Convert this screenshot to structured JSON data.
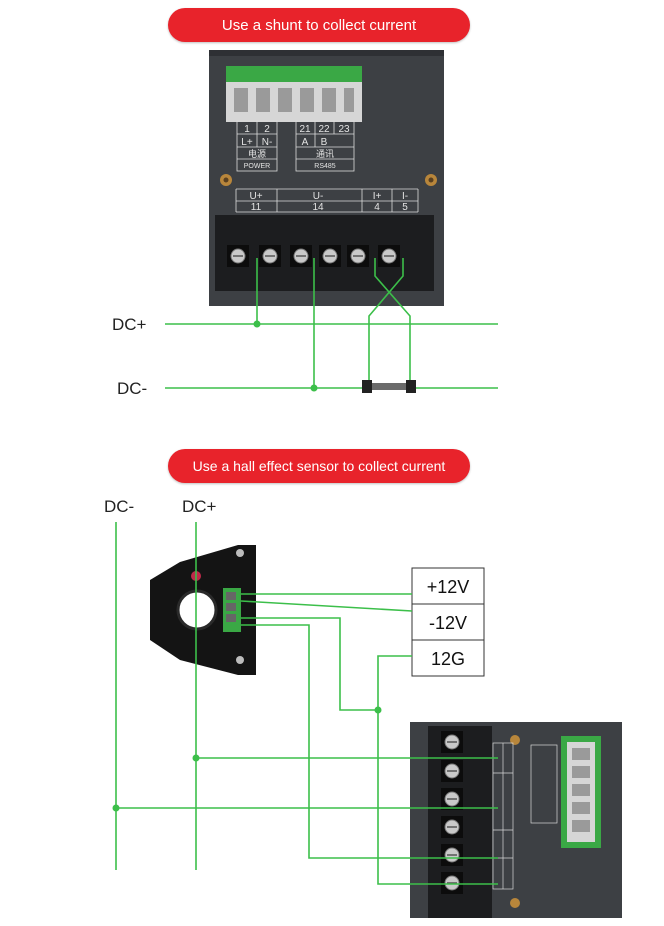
{
  "sections": {
    "shunt_title": "Use a shunt to collect current",
    "hall_title": "Use a hall effect sensor to collect current"
  },
  "rails": {
    "dc_plus": "DC+",
    "dc_minus": "DC-"
  },
  "meter": {
    "pin_numbers": [
      "1",
      "2",
      "21",
      "22",
      "23"
    ],
    "pin_signals": [
      "L+",
      "N-",
      "A",
      "B"
    ],
    "power_cn": "电源",
    "power_en": "POWER",
    "comm_cn": "通讯",
    "comm_en": "RS485",
    "terminal_signals": [
      "U+",
      "U-",
      "I+",
      "I-"
    ],
    "terminal_numbers": [
      "11",
      "14",
      "4",
      "5"
    ]
  },
  "supply": {
    "labels": [
      "+12V",
      "-12V",
      "12G"
    ]
  },
  "colors": {
    "pill": "#e8232b",
    "wire": "#3cbf4a",
    "device": "#3d4044",
    "connector": "#3aa845"
  }
}
